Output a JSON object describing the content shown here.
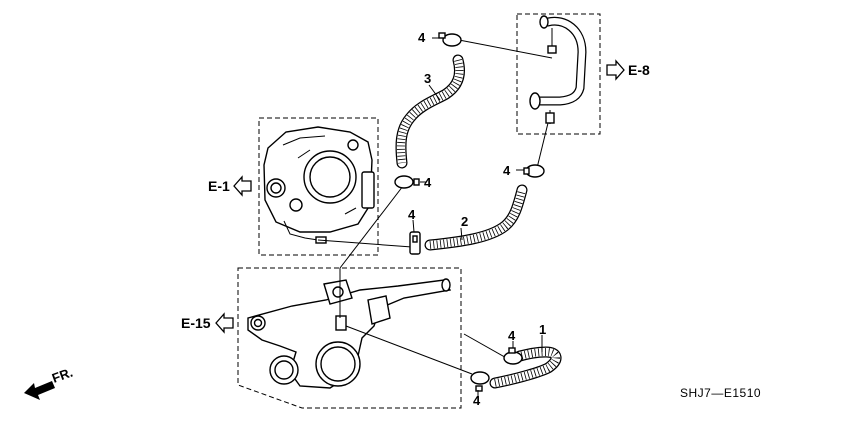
{
  "diagram": {
    "part_numbers": {
      "hose_1": "1",
      "hose_2": "2",
      "hose_3": "3",
      "clamp_top": "4",
      "clamp_mid_left": "4",
      "clamp_mid_right": "4",
      "clamp_pipe": "4",
      "clamp_lower_a": "4",
      "clamp_lower_b": "4"
    },
    "section_refs": {
      "throttle_body": "E-1",
      "water_pipe": "E-8",
      "thermostat_housing": "E-15"
    },
    "front_indicator": "FR.",
    "figure_code": "SHJ7—E1510"
  }
}
